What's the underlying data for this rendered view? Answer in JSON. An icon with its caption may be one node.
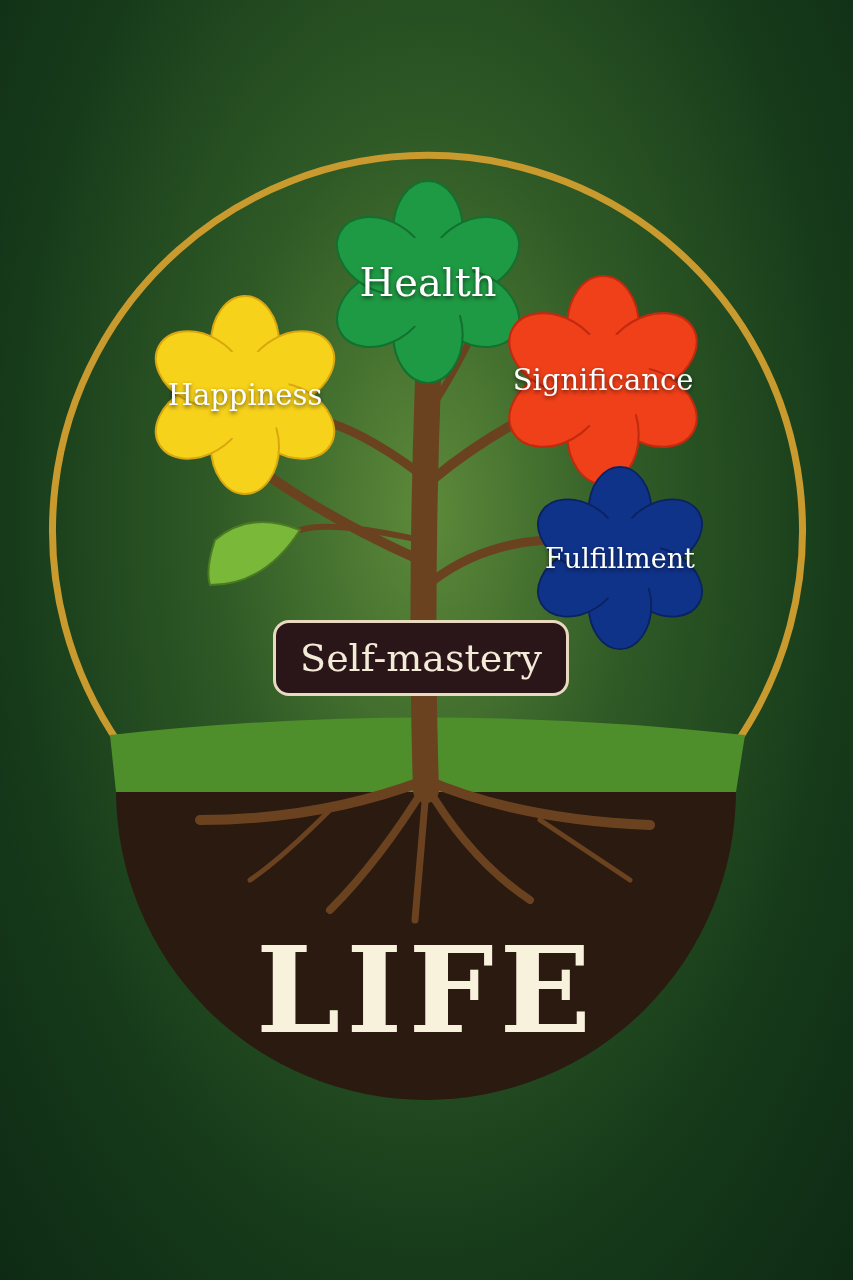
{
  "diagram": {
    "title": "LIFE",
    "nodes": [
      {
        "text": [
          "Health"
        ]
      },
      {
        "text": [
          "Happiness"
        ]
      },
      {
        "text": [
          "Significance"
        ]
      },
      {
        "text": [
          "Fulfillment"
        ]
      },
      {
        "text": [
          "Self-mastery"
        ]
      }
    ]
  }
}
